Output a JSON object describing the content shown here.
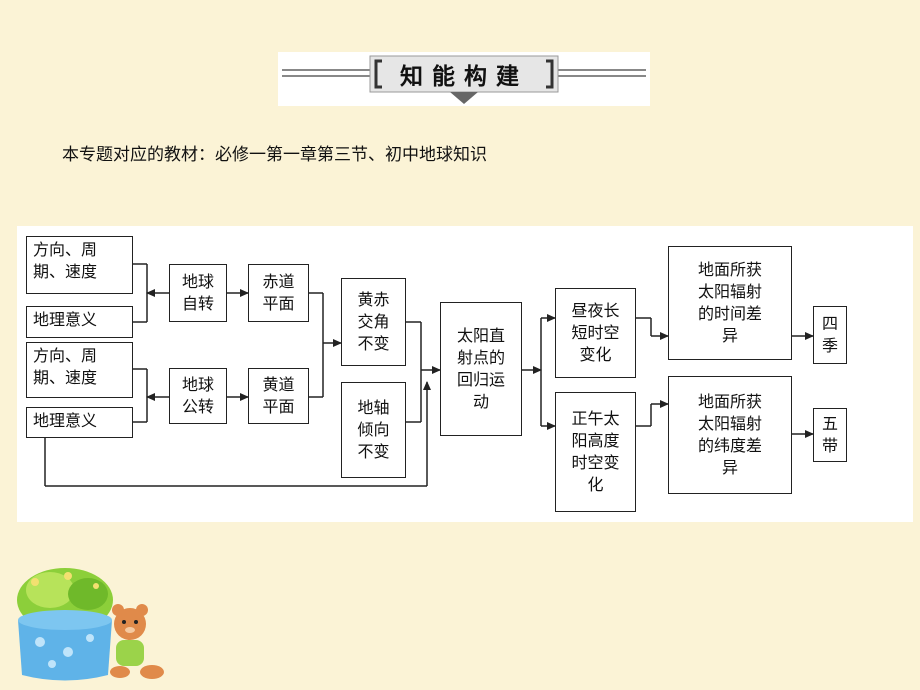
{
  "header": {
    "title": "知能构建"
  },
  "intro": {
    "text": "本专题对应的教材：必修一第一章第三节、初中地球知识"
  },
  "diagram": {
    "nodes": {
      "rotation_props": "方向、周\n期、速度",
      "rotation_meaning": "地理意义",
      "rotation": "地球\n自转",
      "equator_plane": "赤道\n平面",
      "revolution_props": "方向、周\n期、速度",
      "revolution_meaning": "地理意义",
      "revolution": "地球\n公转",
      "ecliptic_plane": "黄道\n平面",
      "obliquity": "黄赤\n交角\n不变",
      "axis_tilt": "地轴\n倾向\n不变",
      "subsolar": "太阳直\n射点的\n回归运\n动",
      "day_length": "昼夜长\n短时空\n变化",
      "noon_altitude": "正午太\n阳高度\n时空变\n化",
      "radiation_time": "地面所获\n太阳辐射\n的时间差\n异",
      "radiation_lat": "地面所获\n太阳辐射\n的纬度差\n异",
      "seasons": "四\n季",
      "zones": "五\n带"
    }
  }
}
